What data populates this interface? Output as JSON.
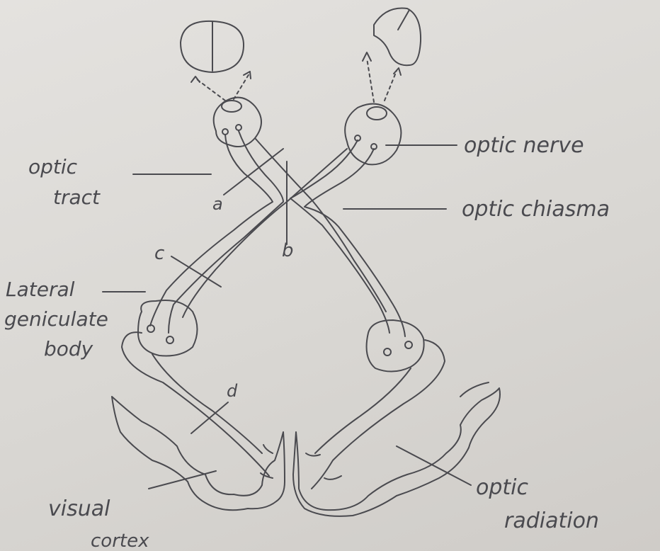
{
  "labels": {
    "optic_tract_1": "optic",
    "optic_tract_2": "tract",
    "optic_nerve": "optic nerve",
    "optic_chiasma": "optic chiasma",
    "lateral_1": "Lateral",
    "lateral_2": "geniculate",
    "lateral_3": "body",
    "visual_1": "visual",
    "visual_2": "cortex",
    "radiation_1": "optic",
    "radiation_2": "radiation",
    "point_a": "a",
    "point_b": "b",
    "point_c": "c",
    "point_d": "d"
  },
  "colors": {
    "pencil": "#4a4a4f",
    "paper": "#dcdad7"
  }
}
